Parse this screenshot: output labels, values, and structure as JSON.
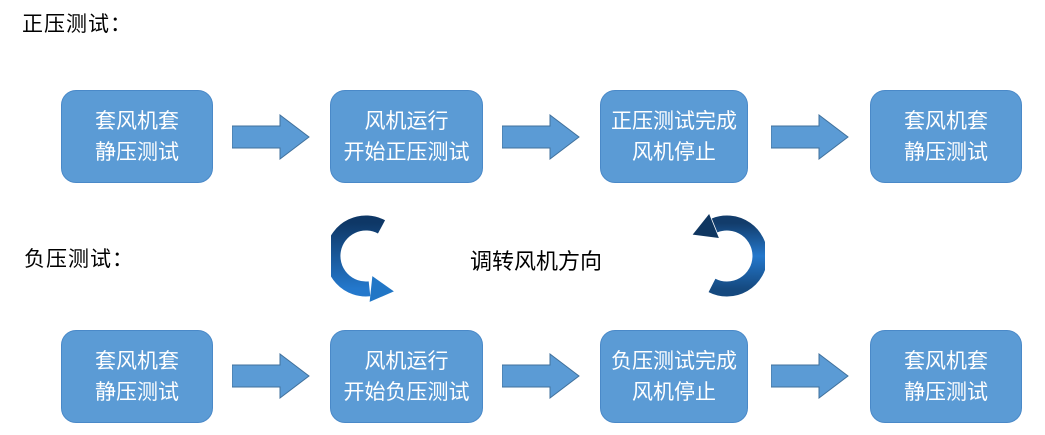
{
  "sections": {
    "positive": {
      "title": "正压测试："
    },
    "negative": {
      "title": "负压测试："
    }
  },
  "reverse_label": "调转风机方向",
  "positive_flow": {
    "steps": [
      {
        "line1": "套风机套",
        "line2": "静压测试"
      },
      {
        "line1": "风机运行",
        "line2": "开始正压测试"
      },
      {
        "line1": "正压测试完成",
        "line2": "风机停止"
      },
      {
        "line1": "套风机套",
        "line2": "静压测试"
      }
    ]
  },
  "negative_flow": {
    "steps": [
      {
        "line1": "套风机套",
        "line2": "静压测试"
      },
      {
        "line1": "风机运行",
        "line2": "开始负压测试"
      },
      {
        "line1": "负压测试完成",
        "line2": "风机停止"
      },
      {
        "line1": "套风机套",
        "line2": "静压测试"
      }
    ]
  },
  "icons": {
    "flow_arrow": "right-block-arrow",
    "cycle_left": "curved-cycle-arrow-left",
    "cycle_right": "curved-cycle-arrow-right"
  },
  "colors": {
    "node_fill": "#5b9bd5",
    "node_border": "#4a89c8",
    "arrow_fill": "#5b9bd5",
    "arrow_border": "#41719c",
    "cycle_dark": "#0e3766",
    "cycle_bright": "#2478cc",
    "node_text": "#ffffff",
    "label_text": "#000000",
    "background": "#ffffff"
  }
}
